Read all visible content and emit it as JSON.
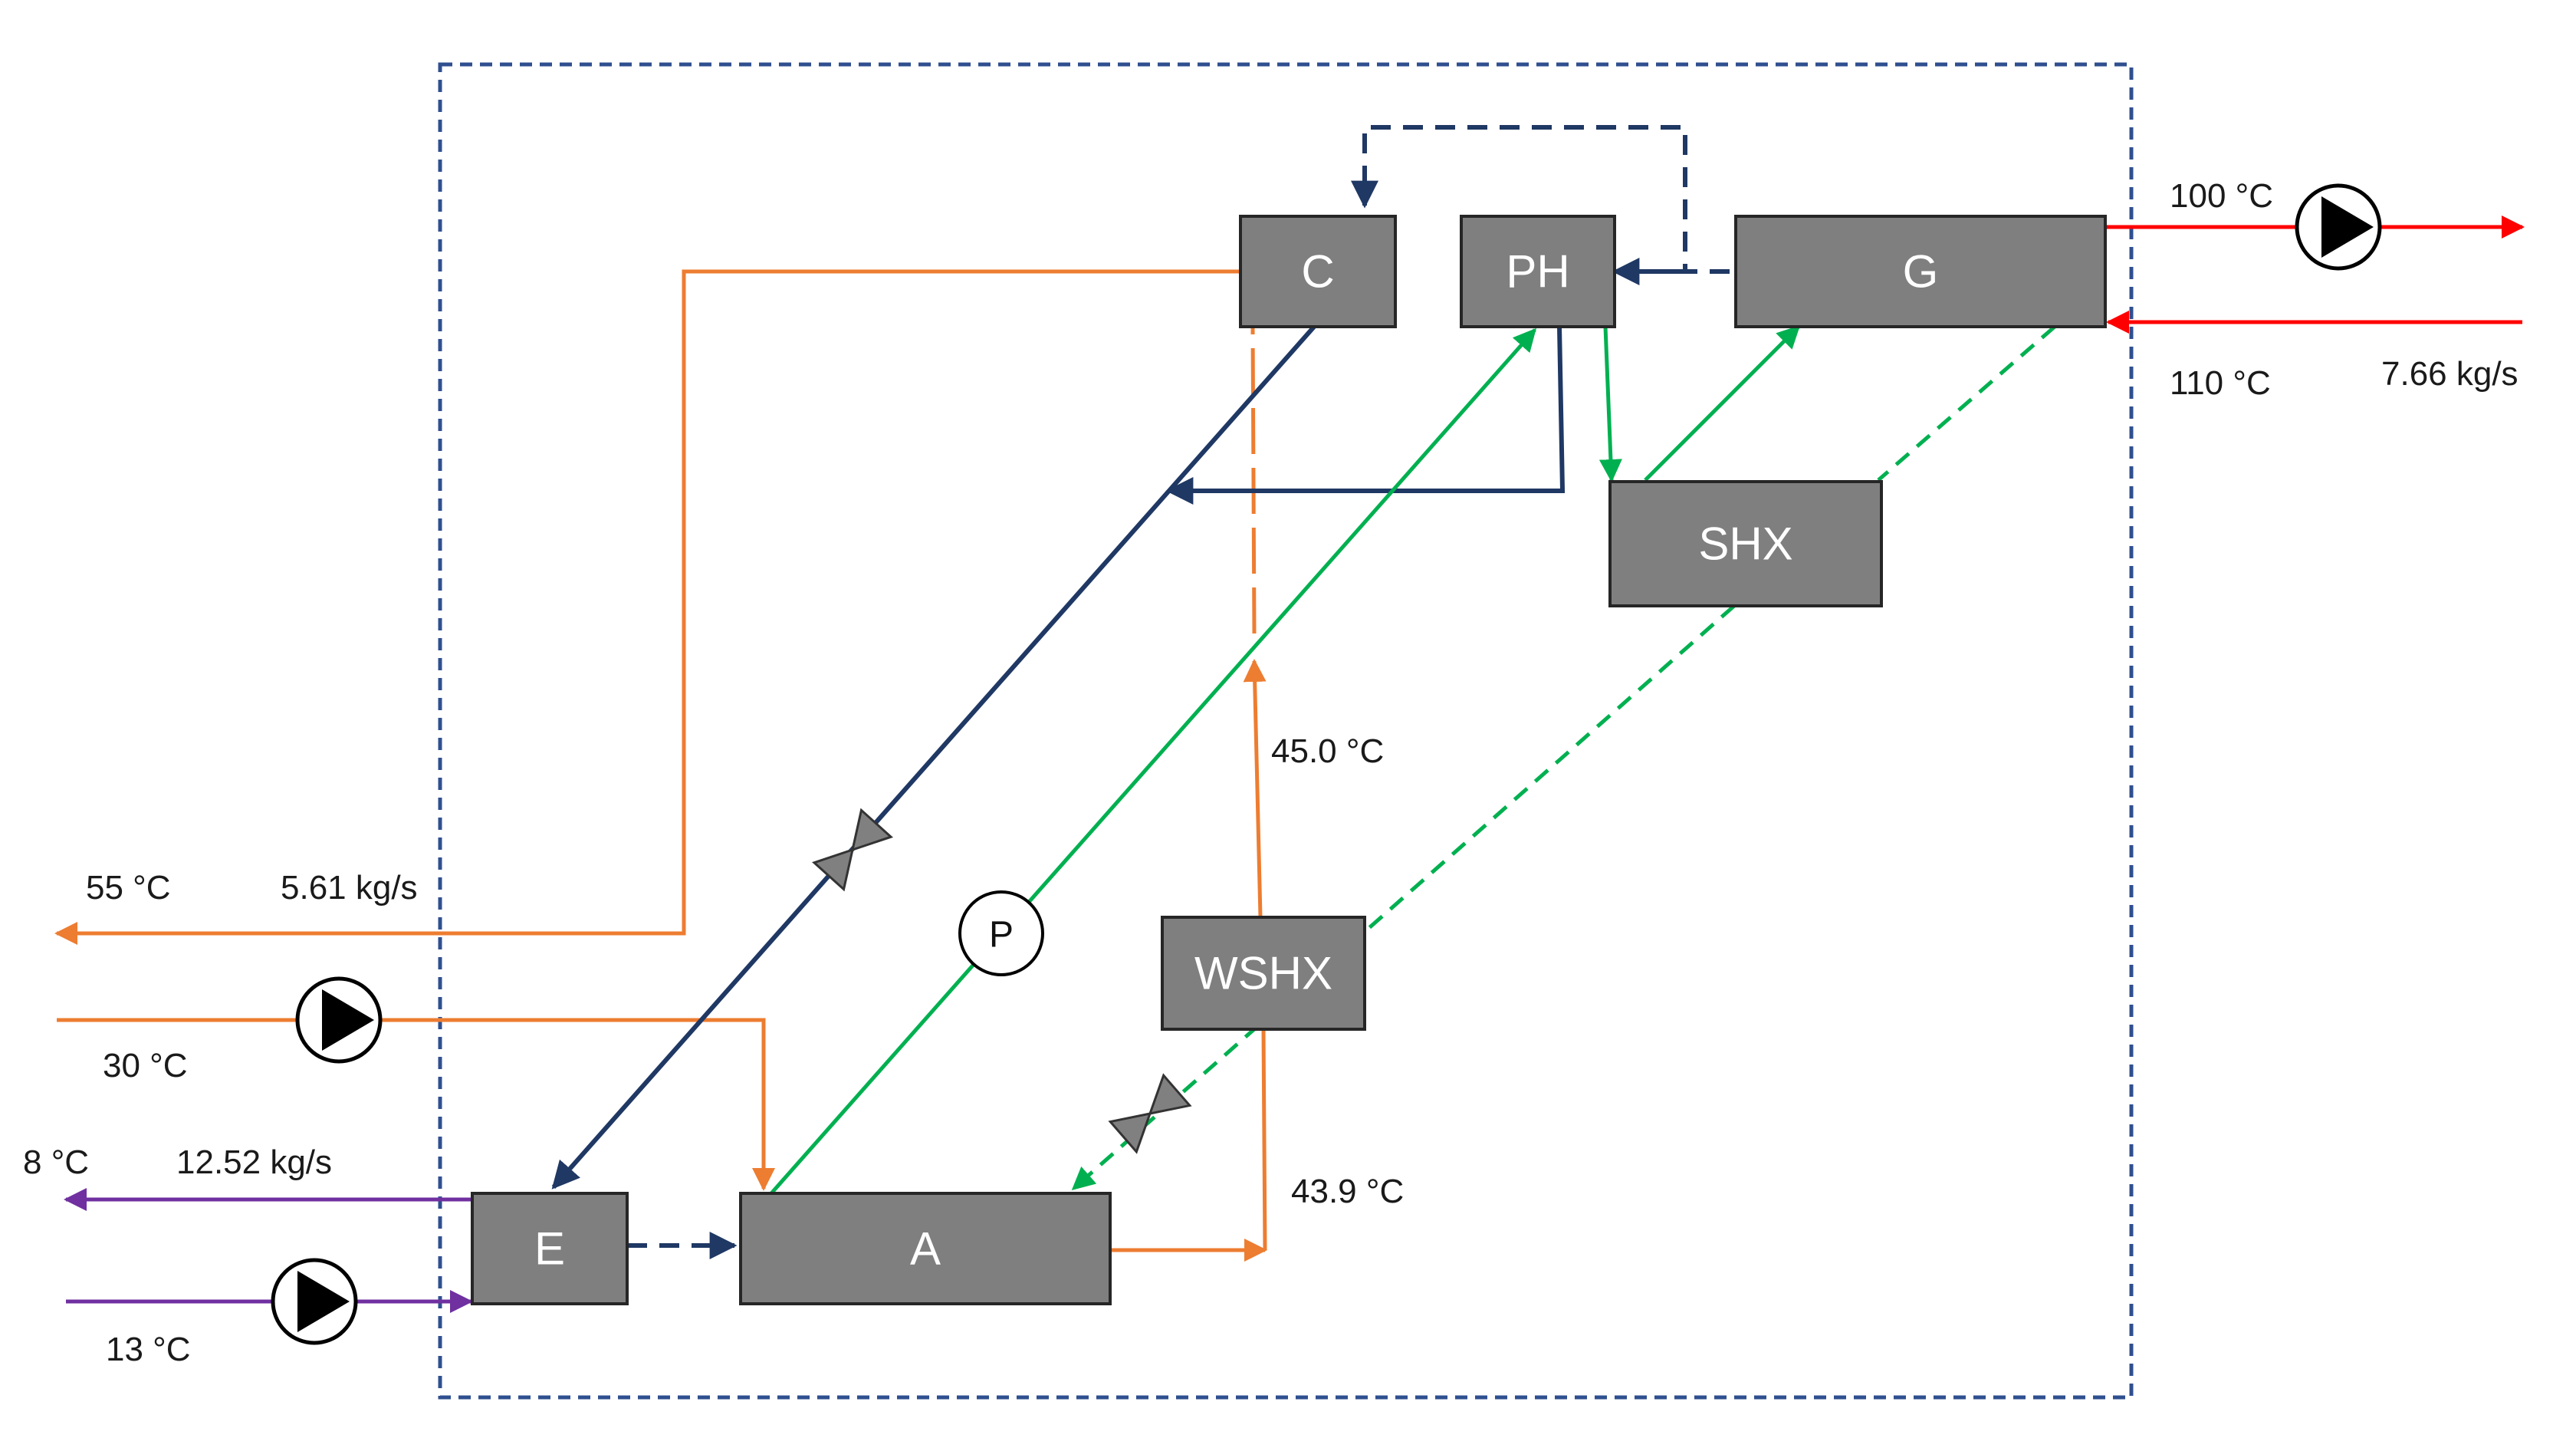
{
  "components": {
    "C": "C",
    "PH": "PH",
    "G": "G",
    "SHX": "SHX",
    "WSHX": "WSHX",
    "E": "E",
    "A": "A",
    "P": "P"
  },
  "annotations": {
    "g_out_temp": "100 °C",
    "g_in_temp": "110 °C",
    "g_flow": "7.66 kg/s",
    "cw_out_temp": "55 °C",
    "cw_out_flow": "5.61 kg/s",
    "cw_in_temp": "30 °C",
    "chw_out_temp": "8 °C",
    "chw_flow": "12.52 kg/s",
    "chw_in_temp": "13 °C",
    "wshx_out_temp": "45.0 °C",
    "a_out_temp": "43.9 °C"
  },
  "colors": {
    "boundary": "#2f4f8f",
    "block_fill": "#7f7f7f",
    "block_stroke": "#262626",
    "refrigerant": "#1f3864",
    "solution": "#00b050",
    "cooling_water": "#ed7d31",
    "hot_water": "#ff0000",
    "chilled_water": "#7030a0"
  }
}
